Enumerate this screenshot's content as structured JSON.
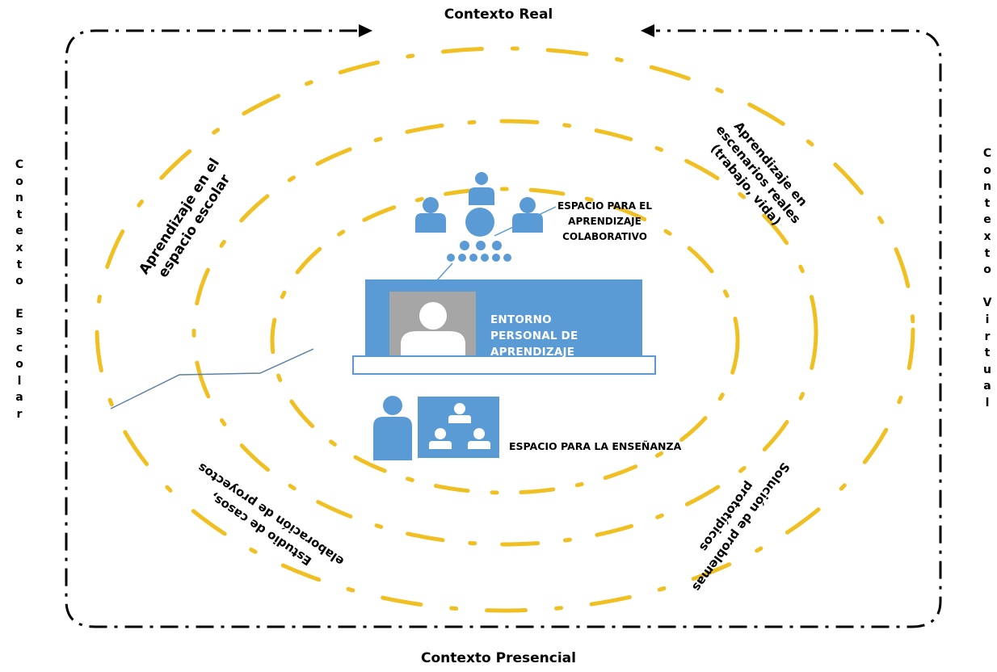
{
  "labels": {
    "top": "Contexto Real",
    "bottom": "Contexto Presencial",
    "left_vertical": "Contexto Escolar",
    "right_vertical": "Contexto Virtual"
  },
  "center": {
    "line1": "ENTORNO",
    "line2": "PERSONAL DE",
    "line3": "APRENDIZAJE"
  },
  "collaborative": {
    "line1": "ESPACIO  PARA EL",
    "line2": "APRENDIZAJE",
    "line3": "COLABORATIVO"
  },
  "teaching": "ESPACIO PARA LA ENSEÑANZA",
  "arcs": {
    "top_left": [
      "Aprendizaje en el",
      "espacio escolar"
    ],
    "top_right": [
      "Aprendizaje en",
      "escenarios reales",
      "(trabajo, vida)"
    ],
    "bottom_left": [
      "Estudio de casos,",
      "elaboración de proyectos"
    ],
    "bottom_right": [
      "Solución de problemas",
      "prototípicos"
    ]
  },
  "colors": {
    "ring": "#f0bf22",
    "blue": "#5b9bd5",
    "border": "#000000",
    "connector": "#5d7fa3"
  }
}
